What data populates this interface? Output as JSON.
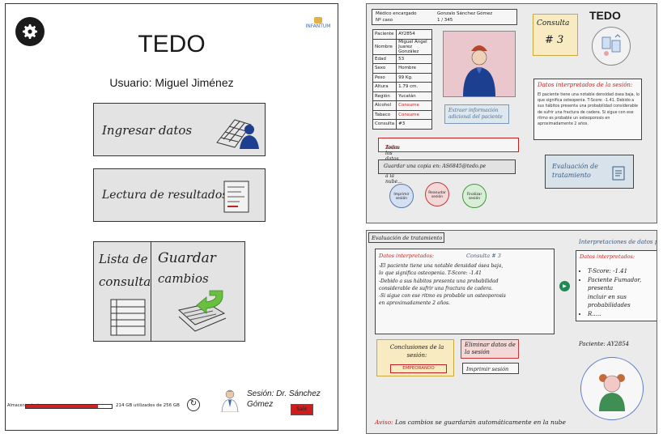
{
  "left": {
    "title": "TEDO",
    "user": "Usuario: Miguel Jiménez",
    "logo_text": "INFANTUM",
    "cards": {
      "ingresar": "Ingresar datos",
      "lectura": "Lectura de resultados",
      "lista_1": "Lista de",
      "lista_2": "consultas",
      "guardar_1": "Guardar",
      "guardar_2": "cambios"
    },
    "footer": {
      "storage_label": "Almacenamiento",
      "storage_text": "214 GB utilizados de 256 GB",
      "storage_used_fraction": 0.84,
      "session_line1": "Sesión: Dr. Sánchez",
      "session_line2": "Gómez",
      "logout": "Salir"
    }
  },
  "rtop": {
    "header": {
      "medico_label": "Médico encargado",
      "medico_value": "Gonzalo Sánchez Gómez",
      "id_label": "Nº caso",
      "id_value": "1 / 345"
    },
    "table": [
      {
        "k": "Paciente",
        "v": "AY2854",
        "red": false
      },
      {
        "k": "Nombre",
        "v": "Miguel Angel Juarez González",
        "red": false
      },
      {
        "k": "Edad",
        "v": "53",
        "red": false
      },
      {
        "k": "Sexo",
        "v": "Hombre",
        "red": false
      },
      {
        "k": "Peso",
        "v": "99 Kg.",
        "red": false
      },
      {
        "k": "Altura",
        "v": "1.79 cm.",
        "red": false
      },
      {
        "k": "Región",
        "v": "Yucatán",
        "red": false
      },
      {
        "k": "Alcohol",
        "v": "Consume",
        "red": true
      },
      {
        "k": "Tabaco",
        "v": "Consume",
        "red": true
      },
      {
        "k": "Consulta",
        "v": "#3",
        "red": false
      }
    ],
    "consulta_label": "Consulta",
    "consulta_num": "# 3",
    "brand": "TEDO",
    "datos_title": "Datos interpretados de la sesión:",
    "datos_body": "El paciente tiene una notable densidad ósea baja, lo que significa osteopenia. T-Score: -1.41. Debido a sus hábitos presenta una probabilidad considerable de sufrir una fractura de cadera. Si sigue con ese ritmo es probable un osteoporosis en aproximadamente 2 años.",
    "extract": "Extraer información adicional del paciente",
    "aviso_label": "Aviso:",
    "aviso_text": "Todos los datos son solutos a la nube...",
    "guardar": "Guardar una copia en: AS6845@tedo.pe",
    "eval": "Evaluación de tratamiento",
    "circles": {
      "imprimir": "Imprimir sesión",
      "reanudar": "Reanudar sesión",
      "finalizar": "Finalizar sesión"
    }
  },
  "rbot": {
    "tab": "Evaluación de tratamiento",
    "datos_title": "Datos interpretados:",
    "consulta": "Consulta # 3",
    "body_lines": [
      "-El paciente tiene una notable densidad ósea baja,",
      "lo que significa osteopenia. T-Score: -1.41",
      "-Debido a sus hábitos presenta una probabilidad",
      "considerable de sufrir una fractura de cadera.",
      "-Si sigue con ese ritmo es probable un osteoporosis",
      "en aproximadamente 2 años."
    ],
    "interp_title": "Interpretaciones de datos previos",
    "interp_sub": "Datos interpretados:",
    "interp_items": [
      "T-Score: -1.41",
      "Paciente Fumador, presenta",
      "R....."
    ],
    "interp_extra": "incluir en sus probabilidades",
    "concl": "Conclusiones de la sesión:",
    "concl_btn": "EMPEORANDO",
    "eliminar": "Eliminar datos de la sesión",
    "imprimir": "Imprimir sesión",
    "paciente": "Paciente: AY2854",
    "aviso_label": "Aviso:",
    "aviso_text": "Los cambios se guardarán automáticamente en la nube"
  }
}
